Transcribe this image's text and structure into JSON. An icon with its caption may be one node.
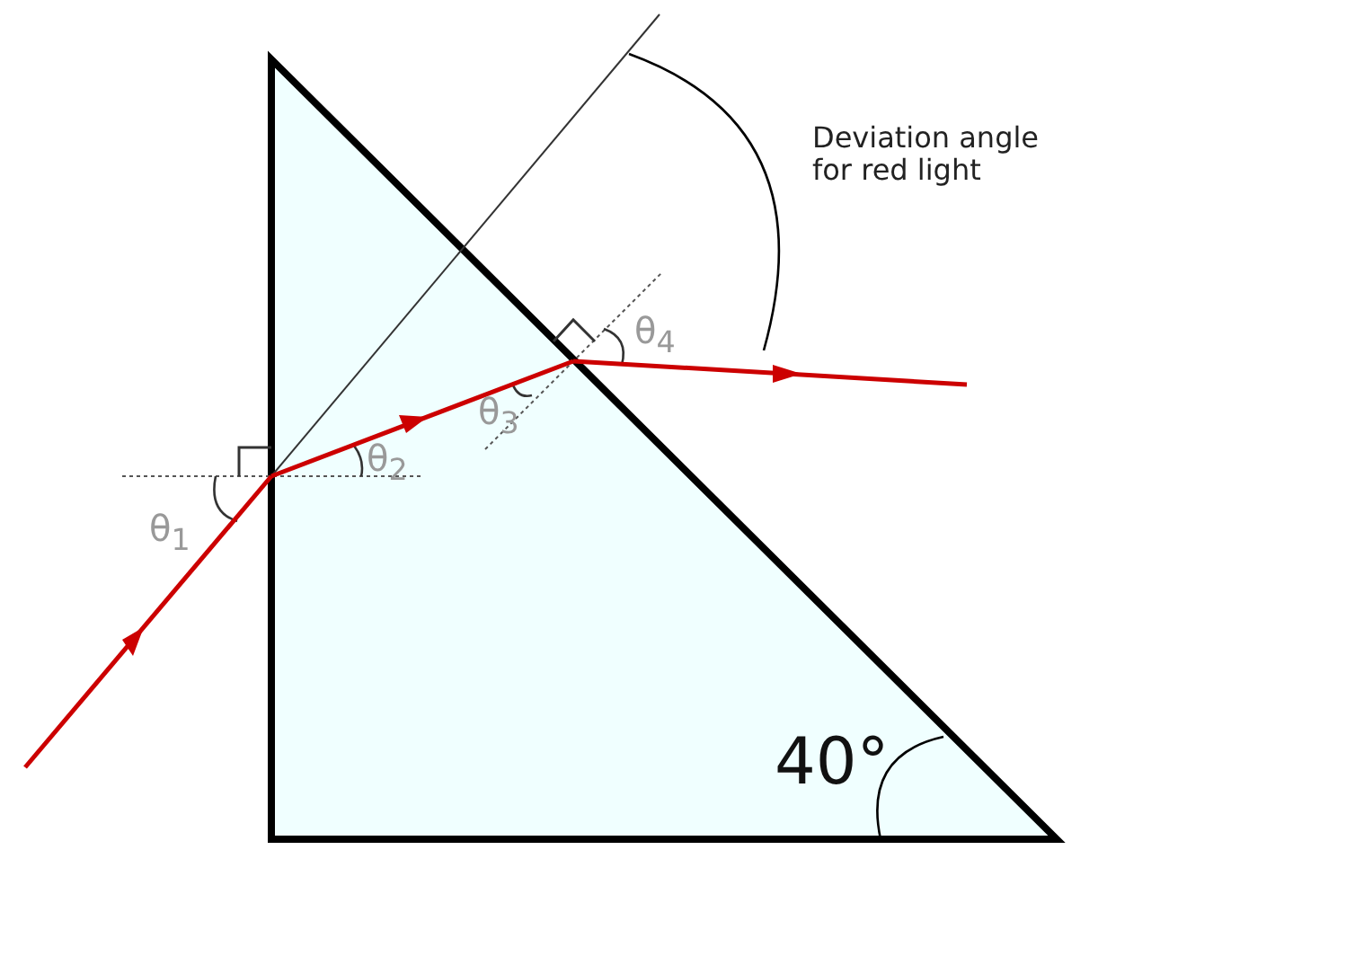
{
  "diagram": {
    "labels": [
      "Deviation angle for red light",
      "θ$_{4}$",
      "θ$_{2}$",
      "θ$_{3}$",
      "θ$_{1}$",
      "40°"
    ]
  }
}
